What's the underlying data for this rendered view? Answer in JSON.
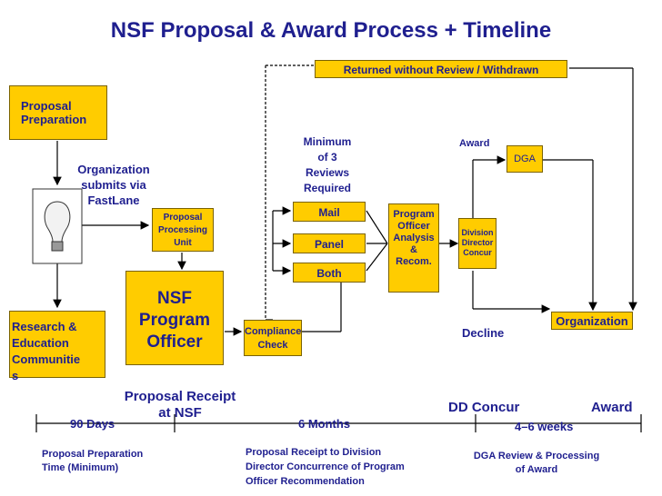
{
  "title": "NSF Proposal & Award Process + Timeline",
  "returned_box": "Returned without Review / Withdrawn",
  "proposal_prep": "Proposal\nPreparation",
  "org_submits": "Organization\nsubmits via\nFastLane",
  "research_box": "Research &\nEducation\nCommunitie\ns",
  "processing_unit": "Proposal\nProcessing\nUnit",
  "nsf_officer": "NSF\nProgram\nOfficer",
  "compliance": "Compliance\nCheck",
  "min_reviews": "Minimum\nof 3\nReviews\nRequired",
  "mail": "Mail",
  "panel": "Panel",
  "both": "Both",
  "po_analysis": "Program\nOfficer\nAnalysis\n&\nRecom.",
  "division_concur": "Division\nDirector\nConcur",
  "award_label": "Award",
  "dga": "DGA",
  "decline": "Decline",
  "organization": "Organization",
  "timeline": {
    "proposal_receipt": "Proposal Receipt\nat NSF",
    "dd_concur": "DD Concur",
    "award": "Award",
    "ninety_days": "90 Days",
    "six_months": "6 Months",
    "four_six_weeks": "4–6 weeks",
    "prep_time": "Proposal Preparation\nTime (Minimum)",
    "receipt_to_div": "Proposal Receipt to Division\nDirector Concurrence of Program\nOfficer Recommendation",
    "dga_review": "DGA Review & Processing\nof Award"
  }
}
